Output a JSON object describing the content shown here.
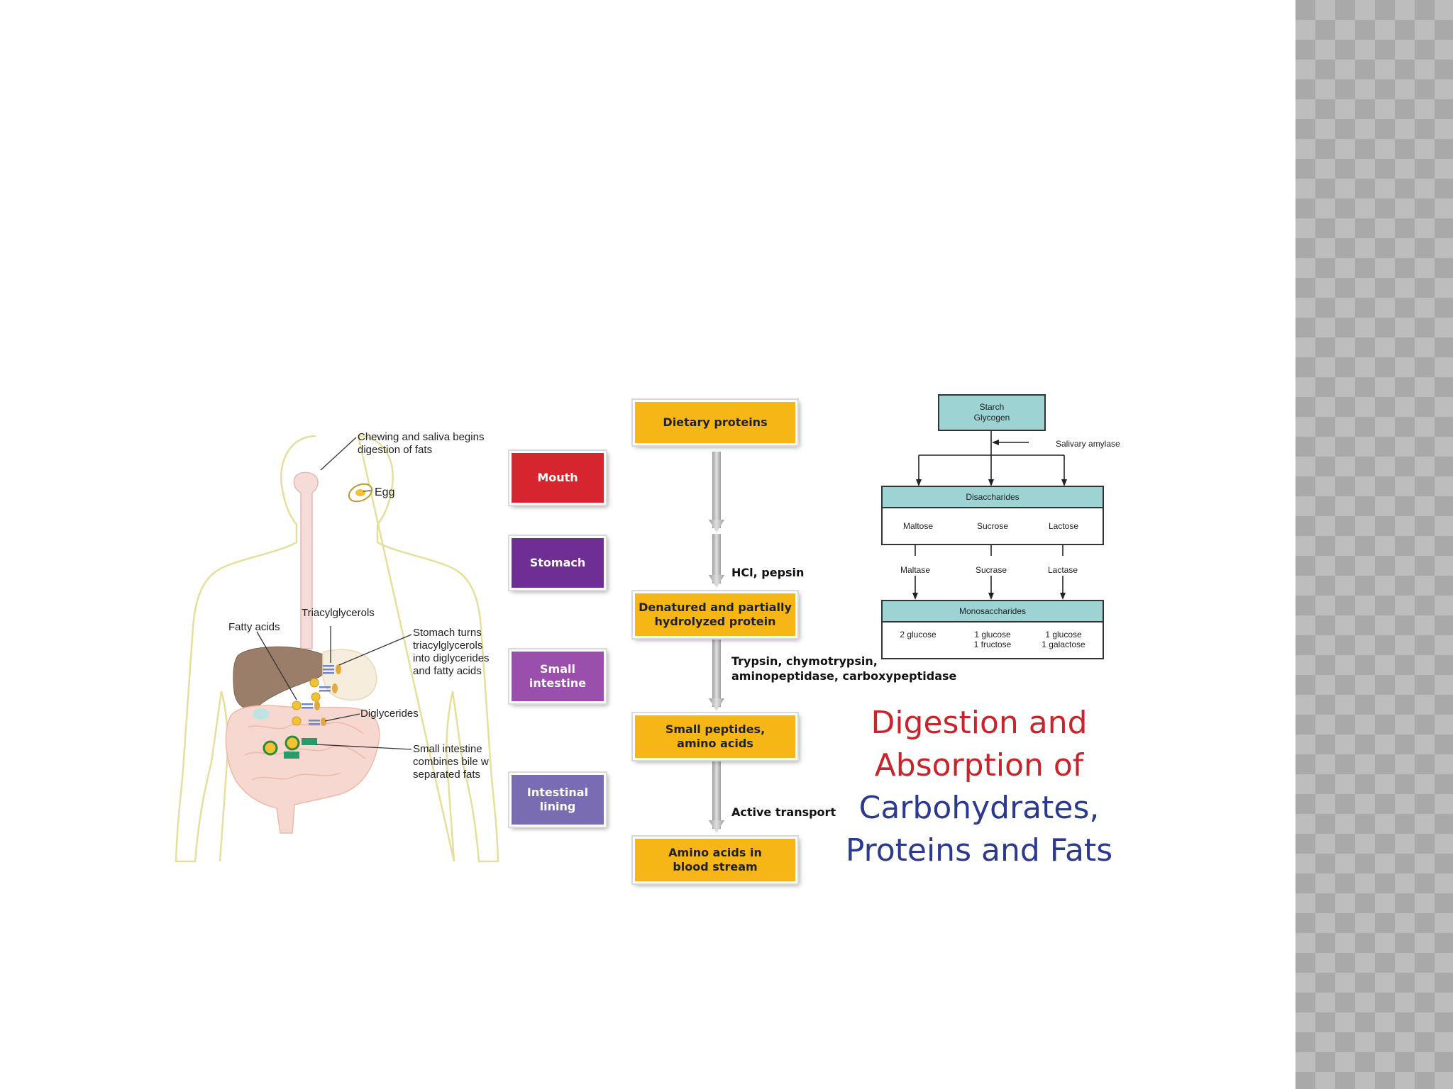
{
  "fat_diagram": {
    "labels": {
      "chewing": "Chewing and saliva begins\ndigestion of fats",
      "egg": "Egg",
      "triacylglycerols": "Triacylglycerols",
      "fatty_acids": "Fatty acids",
      "stomach_turns": "Stomach turns\ntriacylglycerols\ninto diglycerides\nand fatty acids",
      "diglycerides": "Diglycerides",
      "small_intestine": "Small intestine\ncombines bile w\nseparated fats"
    }
  },
  "protein_flow": {
    "organs": [
      {
        "label": "Mouth",
        "color": "#d7252f"
      },
      {
        "label": "Stomach",
        "color": "#6e2e93"
      },
      {
        "label": "Small\nintestine",
        "color": "#9b4fad"
      },
      {
        "label": "Intestinal\nlining",
        "color": "#7a6cb3"
      }
    ],
    "steps": [
      "Dietary proteins",
      "Denatured and partially\nhydrolyzed protein",
      "Small peptides,\namino acids",
      "Amino acids in\nblood stream"
    ],
    "enzymes": [
      "HCl, pepsin",
      "Trypsin, chymotrypsin,\naminopeptidase, carboxypeptidase",
      "Active transport"
    ],
    "box_color": "#f6b616"
  },
  "carb_diagram": {
    "top": "Starch\nGlycogen",
    "salivary": "Salivary amylase",
    "disaccharides_header": "Disaccharides",
    "disaccharides": [
      "Maltose",
      "Sucrose",
      "Lactose"
    ],
    "enzymes": [
      "Maltase",
      "Sucrase",
      "Lactase"
    ],
    "monosaccharides_header": "Monosaccharides",
    "monosaccharides": [
      "2 glucose",
      "1 glucose\n1 fructose",
      "1 glucose\n1 galactose"
    ],
    "header_color": "#9dd3d3"
  },
  "title": {
    "line1": "Digestion and",
    "line2": "Absorption of",
    "line3": "Carbohydrates,",
    "line4": "Proteins and Fats",
    "color_red": "#c8242b",
    "color_blue": "#2b3a8c"
  }
}
